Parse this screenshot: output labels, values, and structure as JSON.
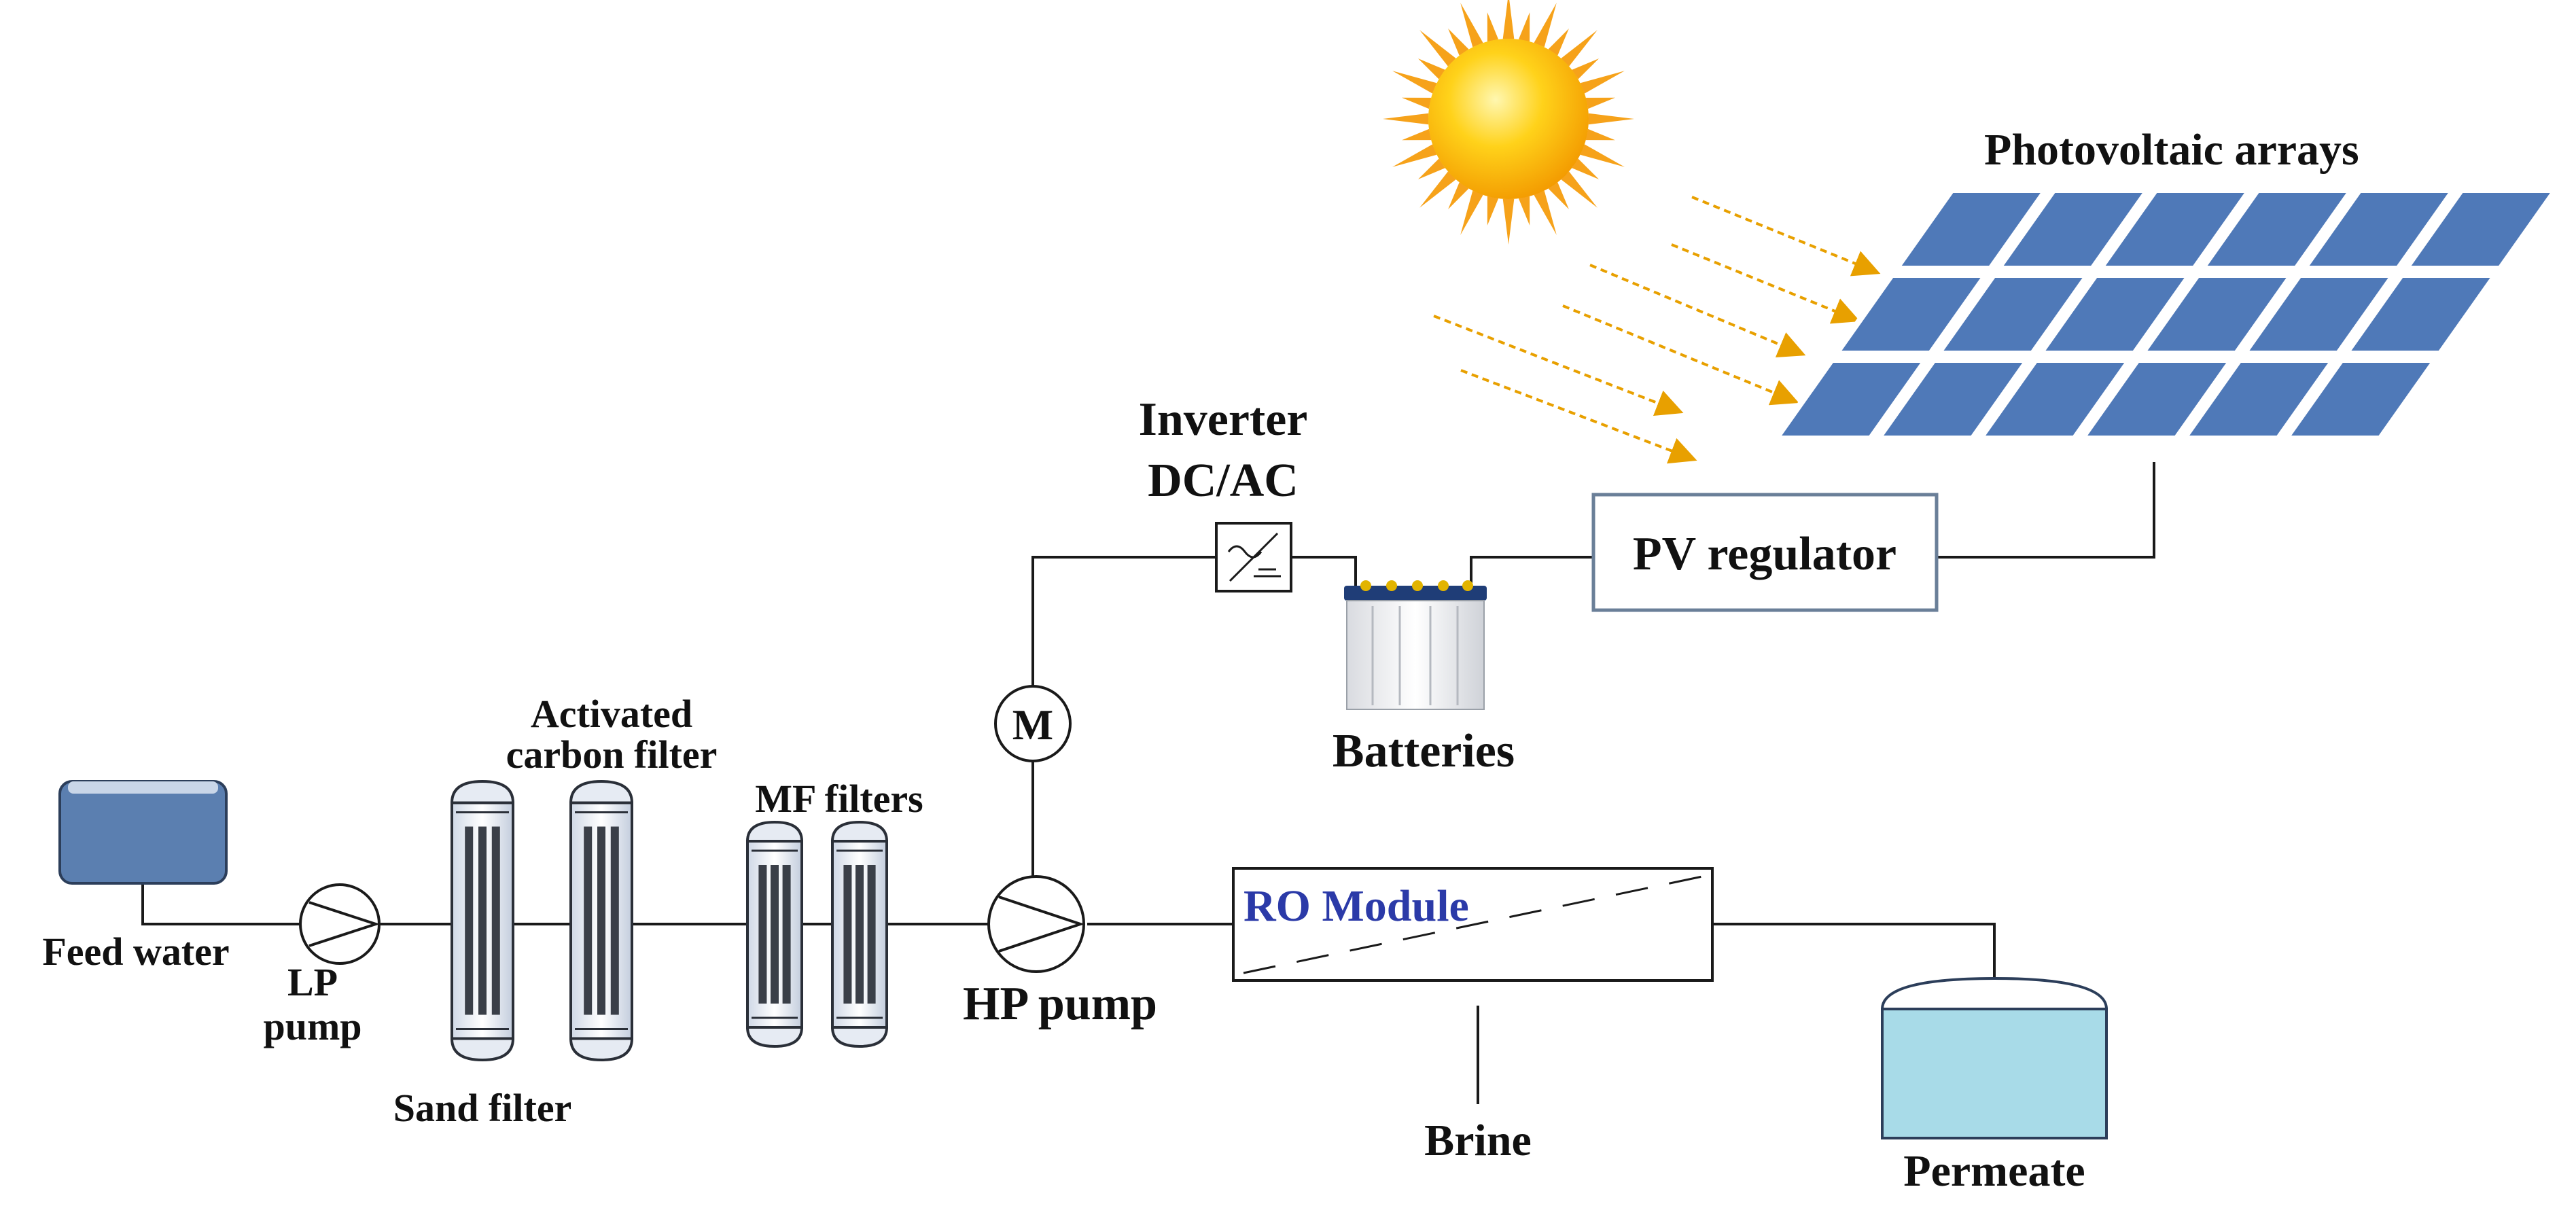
{
  "labels": {
    "photovoltaic_arrays": "Photovoltaic arrays",
    "inverter_line1": "Inverter",
    "inverter_line2": "DC/AC",
    "pv_regulator": "PV regulator",
    "batteries": "Batteries",
    "motor": "M",
    "activated_carbon_line1": "Activated",
    "activated_carbon_line2": "carbon filter",
    "mf_filters": "MF filters",
    "feed_water": "Feed water",
    "lp_pump_line1": "LP",
    "lp_pump_line2": "pump",
    "sand_filter": "Sand filter",
    "hp_pump": "HP pump",
    "ro_module": "RO Module",
    "brine": "Brine",
    "permeate": "Permeate"
  },
  "colors": {
    "ro_module_text": "#2b3aa8",
    "feed_tank": "#5b7fb0",
    "permeate_tank": "#a8dbe8",
    "pv_panel": "#4f79b8",
    "sun_core": "#f7b500",
    "sun_rays": "#f6a21a"
  }
}
